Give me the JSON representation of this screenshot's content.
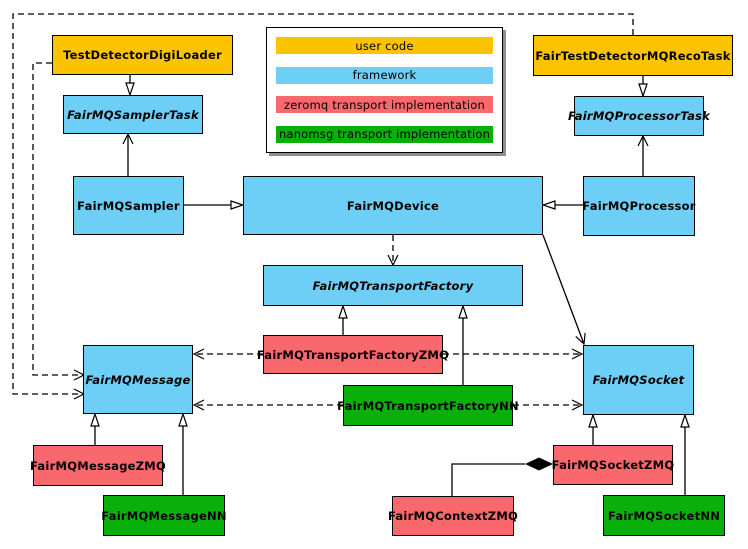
{
  "legend": {
    "items": [
      {
        "label": "user code",
        "color": "#fcc400",
        "category": "user-code"
      },
      {
        "label": "framework",
        "color": "#6dcff5",
        "category": "framework"
      },
      {
        "label": "zeromq transport implementation",
        "color": "#f9686c",
        "category": "zeromq"
      },
      {
        "label": "nanomsg transport implementation",
        "color": "#0ab00a",
        "category": "nanomsg"
      }
    ]
  },
  "nodes": {
    "testDetectorDigiLoader": {
      "label": "TestDetectorDigiLoader",
      "category": "user-code",
      "abstract": false
    },
    "fairTestDetectorMQRecoTask": {
      "label": "FairTestDetectorMQRecoTask",
      "category": "user-code",
      "abstract": false
    },
    "fairMQSamplerTask": {
      "label": "FairMQSamplerTask",
      "category": "framework",
      "abstract": true
    },
    "fairMQProcessorTask": {
      "label": "FairMQProcessorTask",
      "category": "framework",
      "abstract": true
    },
    "fairMQSampler": {
      "label": "FairMQSampler",
      "category": "framework",
      "abstract": false
    },
    "fairMQDevice": {
      "label": "FairMQDevice",
      "category": "framework",
      "abstract": false
    },
    "fairMQProcessor": {
      "label": "FairMQProcessor",
      "category": "framework",
      "abstract": false
    },
    "fairMQTransportFactory": {
      "label": "FairMQTransportFactory",
      "category": "framework",
      "abstract": true
    },
    "fairMQTransportFactoryZMQ": {
      "label": "FairMQTransportFactoryZMQ",
      "category": "zeromq",
      "abstract": false
    },
    "fairMQTransportFactoryNN": {
      "label": "FairMQTransportFactoryNN",
      "category": "nanomsg",
      "abstract": false
    },
    "fairMQMessage": {
      "label": "FairMQMessage",
      "category": "framework",
      "abstract": true
    },
    "fairMQSocket": {
      "label": "FairMQSocket",
      "category": "framework",
      "abstract": true
    },
    "fairMQMessageZMQ": {
      "label": "FairMQMessageZMQ",
      "category": "zeromq",
      "abstract": false
    },
    "fairMQMessageNN": {
      "label": "FairMQMessageNN",
      "category": "nanomsg",
      "abstract": false
    },
    "fairMQContextZMQ": {
      "label": "FairMQContextZMQ",
      "category": "zeromq",
      "abstract": false
    },
    "fairMQSocketZMQ": {
      "label": "FairMQSocketZMQ",
      "category": "zeromq",
      "abstract": false
    },
    "fairMQSocketNN": {
      "label": "FairMQSocketNN",
      "category": "nanomsg",
      "abstract": false
    }
  },
  "relationships": [
    {
      "from": "TestDetectorDigiLoader",
      "to": "FairMQSamplerTask",
      "type": "inheritance"
    },
    {
      "from": "FairTestDetectorMQRecoTask",
      "to": "FairMQProcessorTask",
      "type": "inheritance"
    },
    {
      "from": "FairMQSampler",
      "to": "FairMQDevice",
      "type": "inheritance"
    },
    {
      "from": "FairMQProcessor",
      "to": "FairMQDevice",
      "type": "inheritance"
    },
    {
      "from": "FairMQSampler",
      "to": "FairMQSamplerTask",
      "type": "association"
    },
    {
      "from": "FairMQProcessor",
      "to": "FairMQProcessorTask",
      "type": "association"
    },
    {
      "from": "FairMQDevice",
      "to": "FairMQSocket",
      "type": "association"
    },
    {
      "from": "FairMQDevice",
      "to": "FairMQTransportFactory",
      "type": "dependency"
    },
    {
      "from": "TestDetectorDigiLoader",
      "to": "FairMQMessage",
      "type": "dependency"
    },
    {
      "from": "FairTestDetectorMQRecoTask",
      "to": "FairMQMessage",
      "type": "dependency"
    },
    {
      "from": "FairMQTransportFactoryZMQ",
      "to": "FairMQTransportFactory",
      "type": "inheritance"
    },
    {
      "from": "FairMQTransportFactoryNN",
      "to": "FairMQTransportFactory",
      "type": "inheritance"
    },
    {
      "from": "FairMQTransportFactoryZMQ",
      "to": "FairMQMessage",
      "type": "dependency"
    },
    {
      "from": "FairMQTransportFactoryZMQ",
      "to": "FairMQSocket",
      "type": "dependency"
    },
    {
      "from": "FairMQTransportFactoryNN",
      "to": "FairMQMessage",
      "type": "dependency"
    },
    {
      "from": "FairMQTransportFactoryNN",
      "to": "FairMQSocket",
      "type": "dependency"
    },
    {
      "from": "FairMQMessageZMQ",
      "to": "FairMQMessage",
      "type": "inheritance"
    },
    {
      "from": "FairMQMessageNN",
      "to": "FairMQMessage",
      "type": "inheritance"
    },
    {
      "from": "FairMQSocketZMQ",
      "to": "FairMQSocket",
      "type": "inheritance"
    },
    {
      "from": "FairMQSocketNN",
      "to": "FairMQSocket",
      "type": "inheritance"
    },
    {
      "from": "FairMQSocketZMQ",
      "to": "FairMQContextZMQ",
      "type": "composition"
    }
  ]
}
